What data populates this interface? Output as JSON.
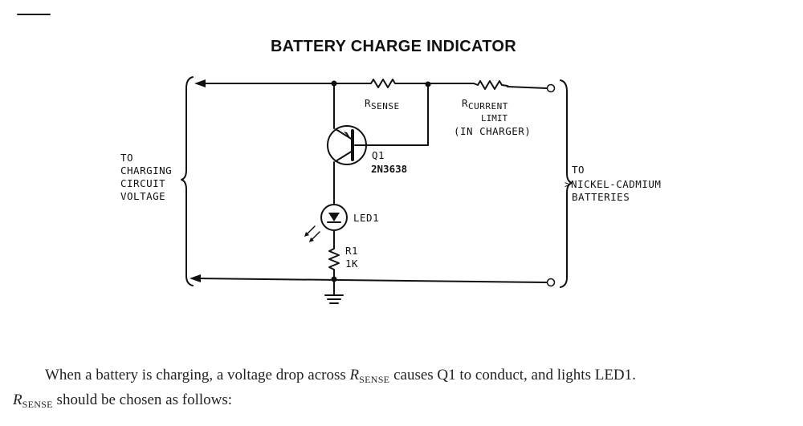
{
  "title": "BATTERY CHARGE INDICATOR",
  "labels": {
    "left_terminal": [
      "TO",
      "CHARGING",
      "CIRCUIT",
      "VOLTAGE"
    ],
    "right_terminal": [
      "TO",
      ">NICKEL-CADMIUM",
      "BATTERIES"
    ],
    "r_sense_main": "R",
    "r_sense_sub": "SENSE",
    "r_current_main": "R",
    "r_current_sub": "CURRENT",
    "r_current_line2": "LIMIT",
    "r_current_line3": "(IN CHARGER)",
    "q1_name": "Q1",
    "q1_part": "2N3638",
    "led_name": "LED1",
    "r1_name": "R1",
    "r1_value": "1K"
  },
  "caption": {
    "line1_a": "When a battery is charging, a voltage drop across ",
    "r": "R",
    "sense": "SENSE",
    "line1_b": " causes Q1 to conduct, and lights LED1.",
    "line2": " should be chosen as follows:"
  }
}
